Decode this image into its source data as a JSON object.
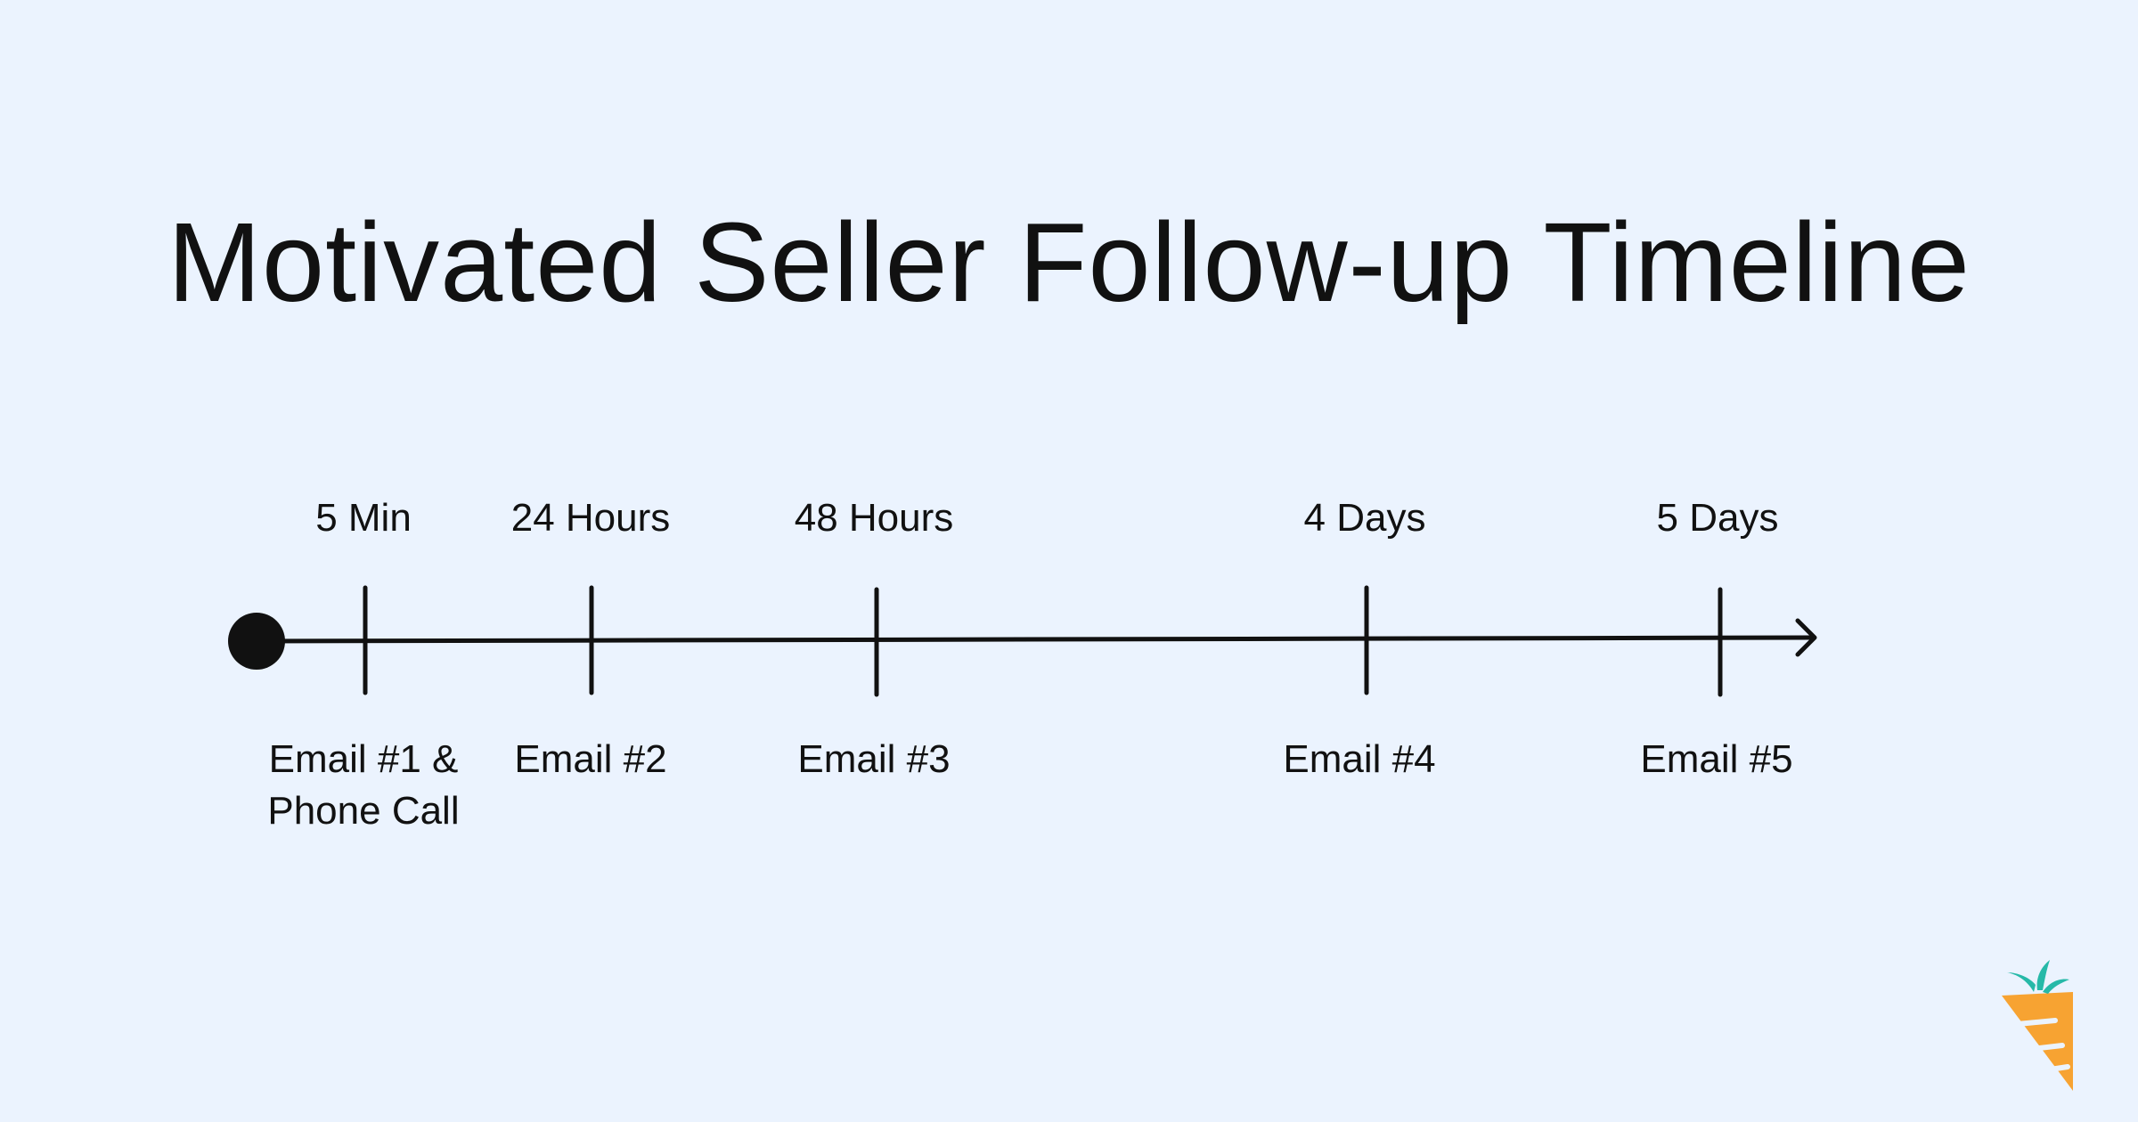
{
  "title": "Motivated Seller Follow-up Timeline",
  "colors": {
    "background": "#ebf3fe",
    "line": "#111111",
    "logo_body": "#f7a332",
    "logo_leaves": "#26b9a8"
  },
  "milestones": [
    {
      "time": "5 Min",
      "event": "Email #1 &\nPhone Call"
    },
    {
      "time": "24 Hours",
      "event": "Email #2"
    },
    {
      "time": "48 Hours",
      "event": "Email #3"
    },
    {
      "time": "4 Days",
      "event": "Email #4"
    },
    {
      "time": "5 Days",
      "event": "Email #5"
    }
  ],
  "logo_icon": "carrot-icon"
}
